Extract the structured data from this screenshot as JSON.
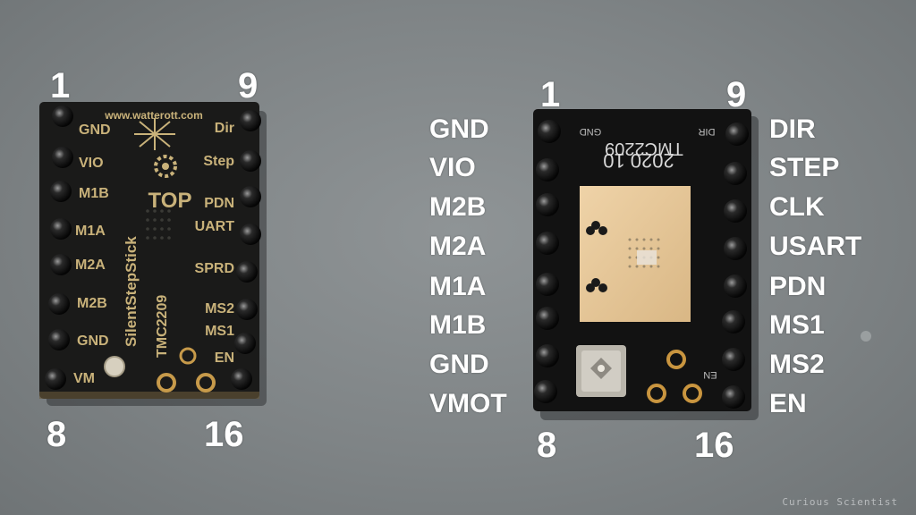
{
  "left_board": {
    "corner_labels": {
      "top_left": "1",
      "top_right": "9",
      "bottom_left": "8",
      "bottom_right": "16"
    },
    "silkscreen": {
      "url": "www.watterott.com",
      "left_pins": [
        "GND",
        "VIO",
        "M1B",
        "M1A",
        "M2A",
        "M2B",
        "GND",
        "VM"
      ],
      "right_pins": [
        "Dir",
        "Step",
        "PDN",
        "UART",
        "SPRD",
        "MS2",
        "MS1",
        "EN"
      ],
      "top": "TOP",
      "name": "SilentStepStick",
      "chip": "TMC2209"
    }
  },
  "right_board": {
    "corner_labels": {
      "top_left": "1",
      "top_right": "9",
      "bottom_left": "8",
      "bottom_right": "16"
    },
    "left_pin_names": [
      "GND",
      "VIO",
      "M2B",
      "M2A",
      "M1A",
      "M1B",
      "GND",
      "VMOT"
    ],
    "right_pin_names": [
      "DIR",
      "STEP",
      "CLK",
      "USART",
      "PDN",
      "MS1",
      "MS2",
      "EN"
    ],
    "silkscreen": {
      "chip": "TMC2209",
      "date": "2020 10",
      "gnd": "GND",
      "dir": "DIR",
      "en": "EN"
    }
  },
  "watermark": "Curious Scientist",
  "colors": {
    "background": "#808587",
    "pcb": "#1b1b1b",
    "pad": "#e6c79a",
    "solder": "#d9c9a0",
    "label": "#ffffff"
  }
}
